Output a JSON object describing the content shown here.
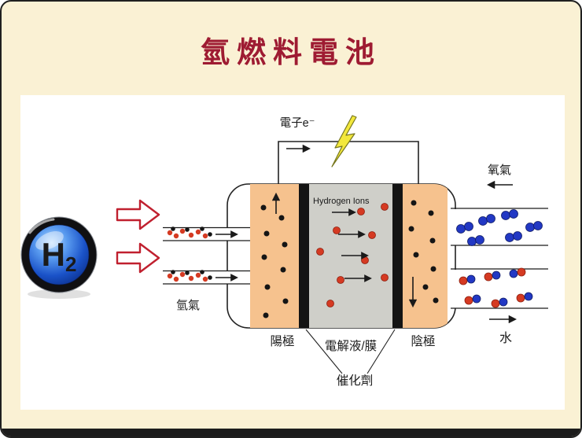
{
  "slide": {
    "title": "氫燃料電池"
  },
  "diagram": {
    "h2_main": "H",
    "h2_sub": "2",
    "electron_label": "電子e⁻",
    "hydrogen_ions_label": "Hydrogen Ions",
    "oxygen_label": "氧氣",
    "hydrogen_label": "氫氣",
    "anode_label": "陽極",
    "electrolyte_label": "電解液/膜",
    "cathode_label": "陰極",
    "catalyst_label": "催化劑",
    "water_label": "水",
    "colors": {
      "title_red": "#9E1B32",
      "slide_bg": "#FAF1D4",
      "electrode_orange": "#F6C28E",
      "membrane_gray": "#CFCFC9",
      "ion_red": "#D53A22",
      "oxygen_blue": "#2238C4",
      "flow_arrow_red": "#C0202F",
      "bolt_yellow": "#F3E83C"
    }
  }
}
